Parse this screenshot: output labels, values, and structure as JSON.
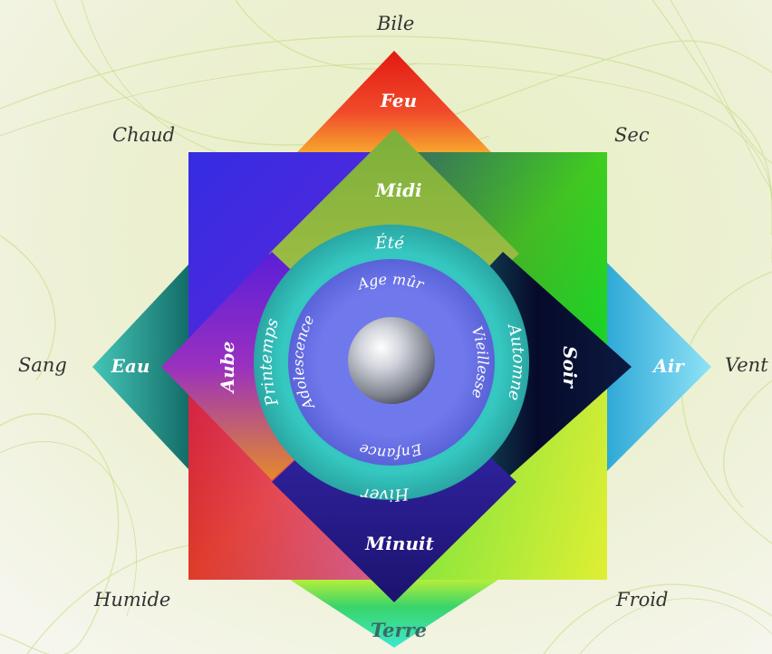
{
  "humors": {
    "top": "Bile",
    "left": "Sang",
    "right": "Vent"
  },
  "qualities": {
    "top_left": "Chaud",
    "top_right": "Sec",
    "bottom_left": "Humide",
    "bottom_right": "Froid"
  },
  "elements": {
    "fire": "Feu",
    "water": "Eau",
    "air": "Air",
    "earth": "Terre"
  },
  "times_of_day": {
    "noon": "Midi",
    "dawn": "Aube",
    "evening": "Soir",
    "midnight": "Minuit"
  },
  "seasons": {
    "summer": "Été",
    "spring": "Printemps",
    "autumn": "Automne",
    "winter": "Hiver"
  },
  "ages": {
    "maturity": "Age mûr",
    "adolescence": "Adolescence",
    "old_age": "Vieillesse",
    "childhood": "Enfance"
  },
  "colors": {
    "fire": "#e8322a",
    "water": "#1f9a92",
    "air": "#45c4e8",
    "earth": "#3fcd6a",
    "season_ring": "#36c0bc",
    "age_ring": "#6a72e6",
    "night": "#2a1f8c",
    "evening": "#0b1130",
    "dawn": "#7a2ad0"
  }
}
